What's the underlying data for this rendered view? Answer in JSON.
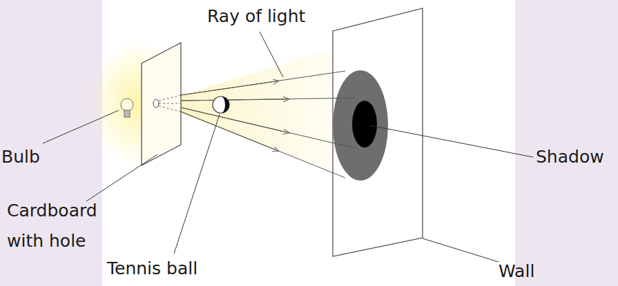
{
  "diagram": {
    "labels": [
      "Ray of light",
      "Bulb",
      "Cardboard with hole",
      "Tennis ball",
      "Shadow",
      "Wall"
    ]
  }
}
